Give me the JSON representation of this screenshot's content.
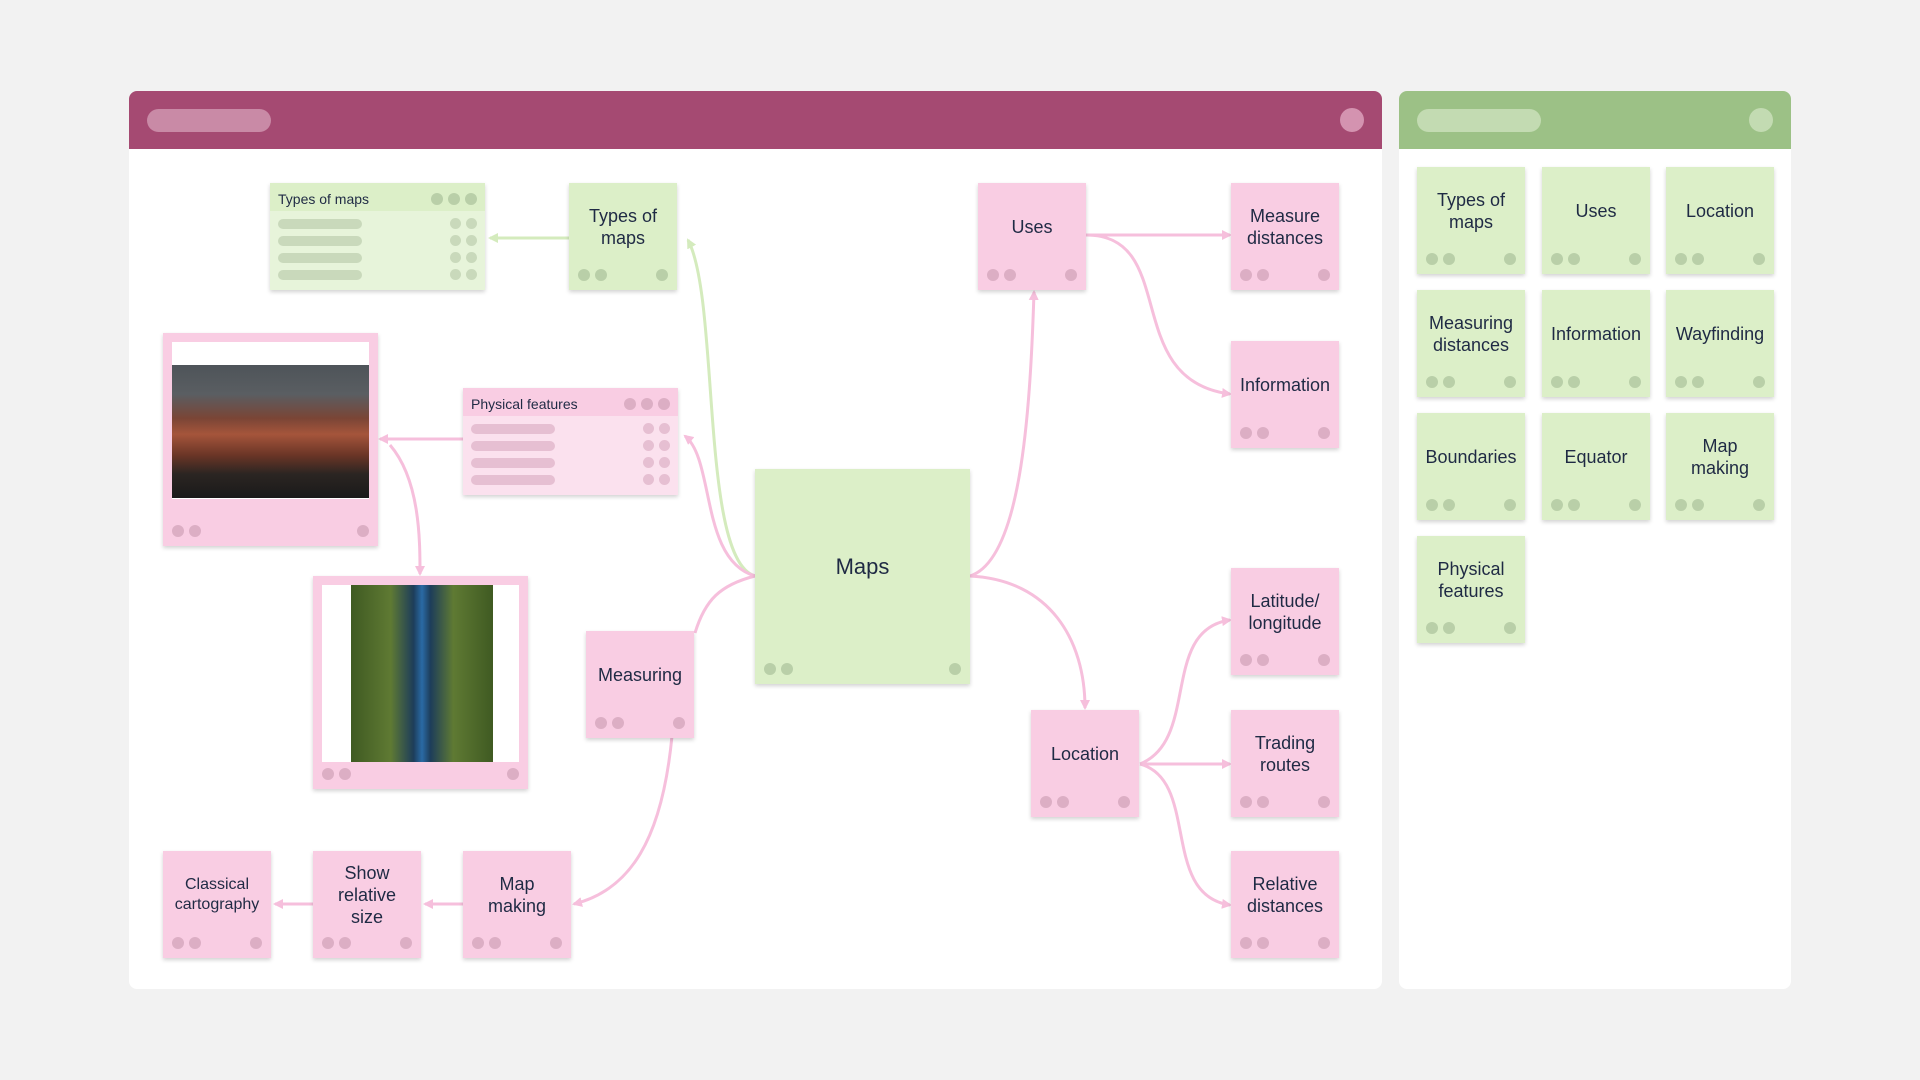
{
  "colors": {
    "main_header": "#a54a72",
    "side_header": "#9cc186",
    "pink_node": "#f9cde3",
    "green_node": "#dcefc8",
    "pink_edge": "#f6bfdc",
    "green_edge": "#d4ebbd"
  },
  "canvas": {
    "center": "Maps",
    "nodes": {
      "types_of_maps": "Types of maps",
      "uses": "Uses",
      "measure_distances": "Measure distances",
      "information": "Information",
      "measuring": "Measuring",
      "location": "Location",
      "latitude_longitude": "Latitude/ longitude",
      "trading_routes": "Trading routes",
      "relative_distances": "Relative distances",
      "map_making": "Map making",
      "show_relative_size": "Show relative size",
      "classical_cartography": "Classical cartography"
    },
    "cards": {
      "types_of_maps_card": "Types of maps",
      "physical_features_card": "Physical features"
    },
    "images": [
      "mountain-range-photo",
      "canyon-river-photo"
    ]
  },
  "library": {
    "items": [
      "Types of maps",
      "Uses",
      "Location",
      "Measuring distances",
      "Information",
      "Wayfinding",
      "Boundaries",
      "Equator",
      "Map making",
      "Physical features"
    ]
  },
  "icons": [
    "close-circle-icon"
  ]
}
